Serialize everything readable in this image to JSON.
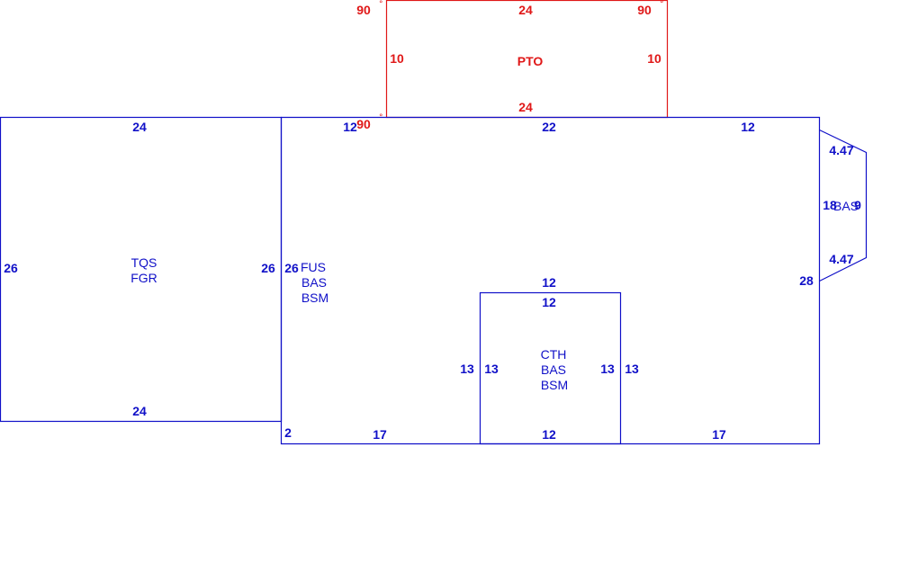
{
  "colors": {
    "main": "#1010c8",
    "porch": "#e01818",
    "background": "#ffffff"
  },
  "porch": {
    "name": "PTO",
    "top": "24",
    "bottom": "24",
    "left": "10",
    "right": "10",
    "angle_top_left": "90",
    "angle_top_right": "90",
    "angle_bottom_left": "90",
    "degree_symbol": "°"
  },
  "garage": {
    "line1": "TQS",
    "line2": "FGR",
    "top": "24",
    "bottom": "24",
    "left": "26",
    "right": "26"
  },
  "main_house": {
    "line1": "FUS",
    "line2": "BAS",
    "line3": "BSM",
    "left": "26",
    "top_left": "12",
    "top_middle": "22",
    "top_right": "12",
    "right": "28",
    "bottom_left": "17",
    "bottom_right": "17",
    "offset_step": "2"
  },
  "bay": {
    "name": "BAS",
    "upper": "4.47",
    "lower": "4.47",
    "inner": "18",
    "outer": "9"
  },
  "inset": {
    "line1": "CTH",
    "line2": "BAS",
    "line3": "BSM",
    "top_outer": "12",
    "top_inner": "12",
    "bottom": "12",
    "left_outer": "13",
    "left_inner": "13",
    "right_inner": "13",
    "right_outer": "13"
  }
}
